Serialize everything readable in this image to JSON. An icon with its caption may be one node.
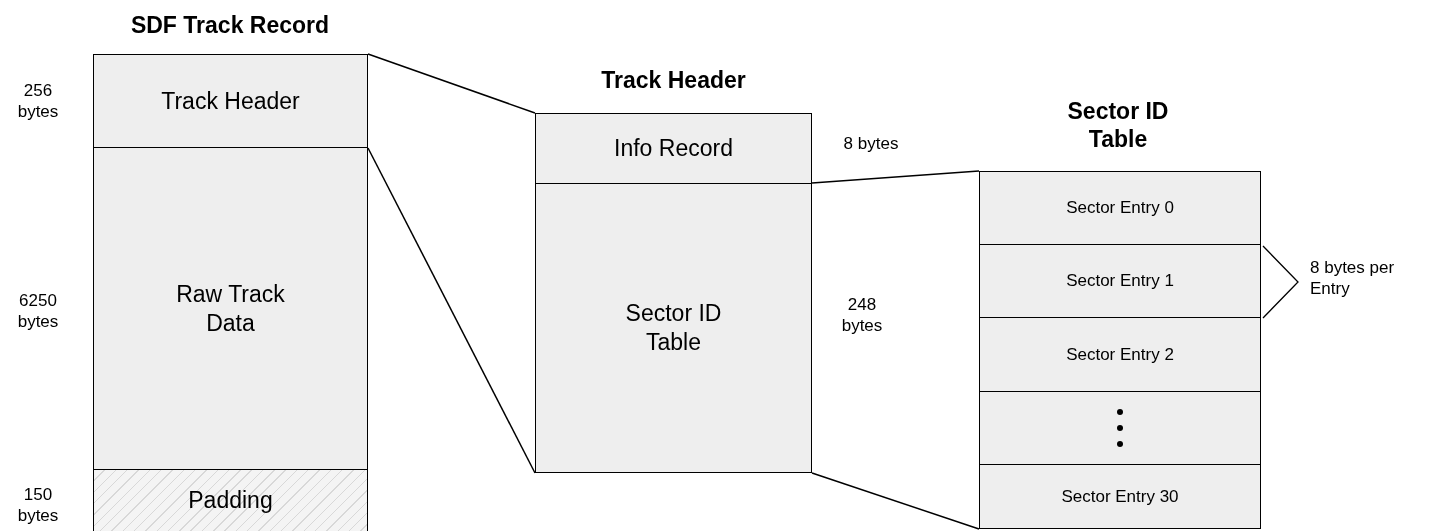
{
  "diagram": {
    "nodes": [
      {
        "text": [
          "SDF Track Record"
        ]
      },
      {
        "text": [
          "Track Header"
        ],
        "in": 0,
        "beside": [
          "256 bytes"
        ]
      },
      {
        "text": [
          "Raw Track Data"
        ],
        "in": 0,
        "beside": [
          "6250 bytes"
        ]
      },
      {
        "text": [
          "Padding"
        ],
        "in": 0,
        "beside": [
          "150 bytes"
        ]
      },
      {
        "text": [
          "Track Header"
        ]
      },
      {
        "text": [
          "Info Record"
        ],
        "in": 4,
        "beside": [
          "8 bytes"
        ]
      },
      {
        "text": [
          "Sector ID Table"
        ],
        "in": 4,
        "beside": [
          "248 bytes"
        ]
      },
      {
        "text": [
          "Sector ID Table"
        ]
      },
      {
        "text": [
          "Sector Entry 0"
        ],
        "in": 7
      },
      {
        "text": [
          "Sector Entry 1"
        ],
        "in": 7
      },
      {
        "text": [
          "Sector Entry 2"
        ],
        "in": 7
      },
      {
        "text": [],
        "shape": "box",
        "in": 7
      },
      {
        "text": [
          "Sector Entry 30"
        ],
        "in": 7
      }
    ],
    "edges": [
      {
        "from": 1,
        "to": 4,
        "arrow": "none"
      },
      {
        "from": 1,
        "to": 4,
        "arrow": "none"
      },
      {
        "from": 6,
        "to": 7,
        "arrow": "none"
      },
      {
        "from": 6,
        "to": 7,
        "arrow": "none"
      }
    ],
    "labels": [
      "8 bytes per Entry"
    ]
  }
}
